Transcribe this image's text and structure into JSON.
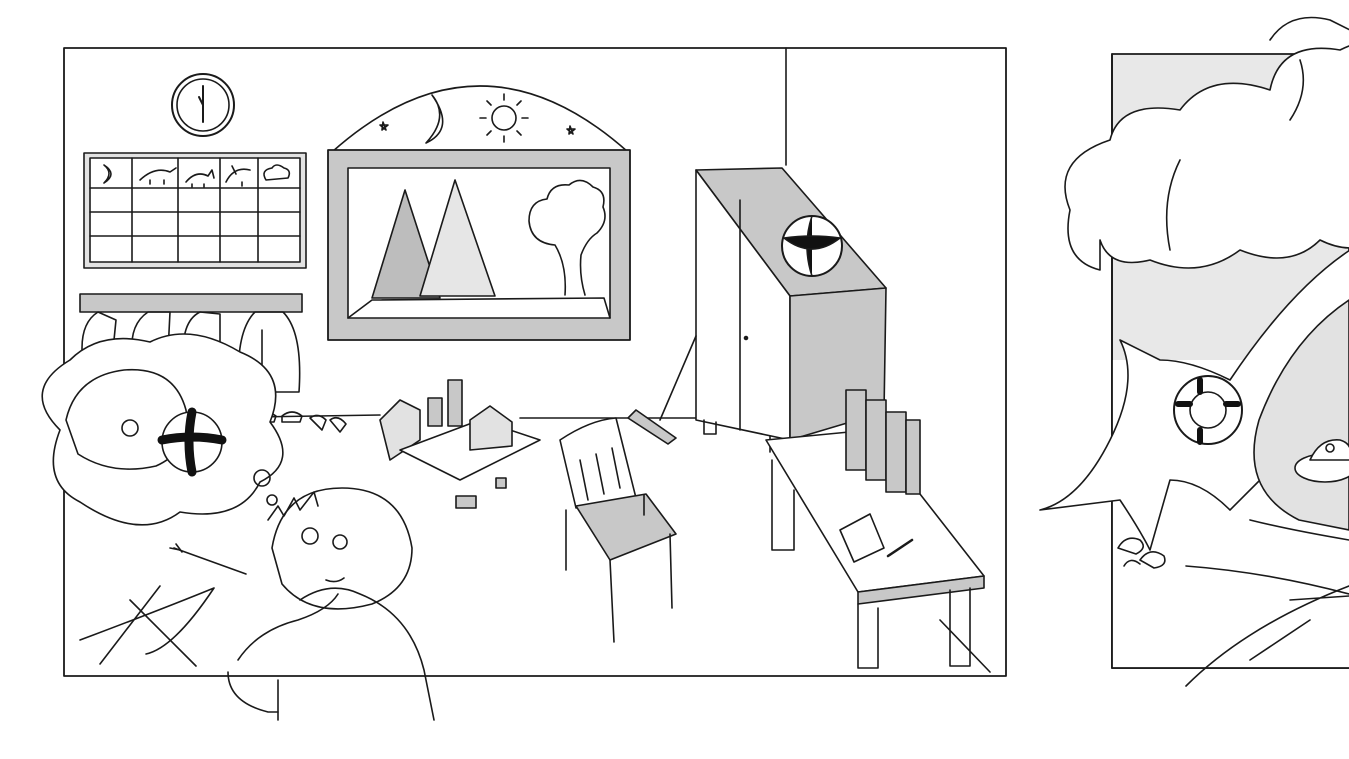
{
  "illustration": {
    "panels": [
      "room",
      "outdoor-tree"
    ],
    "colors": {
      "ink": "#1a1a1a",
      "paper": "#ffffff",
      "shade": "#c8c8c8",
      "light_shade": "#e2e2e2",
      "dark": "#111111"
    },
    "objects": {
      "room": [
        "wall-clock",
        "calendar",
        "coat-rack",
        "night-sky-arch",
        "window-landscape",
        "wardrobe",
        "beach-ball",
        "broom",
        "toy-blocks",
        "chair",
        "table",
        "paper-sheet",
        "pencil",
        "books",
        "shoes",
        "bow",
        "arrows",
        "boy",
        "thought-bubble"
      ],
      "outdoor": [
        "oak-tree",
        "life-ring",
        "frog",
        "mushrooms",
        "branches",
        "pond"
      ]
    }
  }
}
